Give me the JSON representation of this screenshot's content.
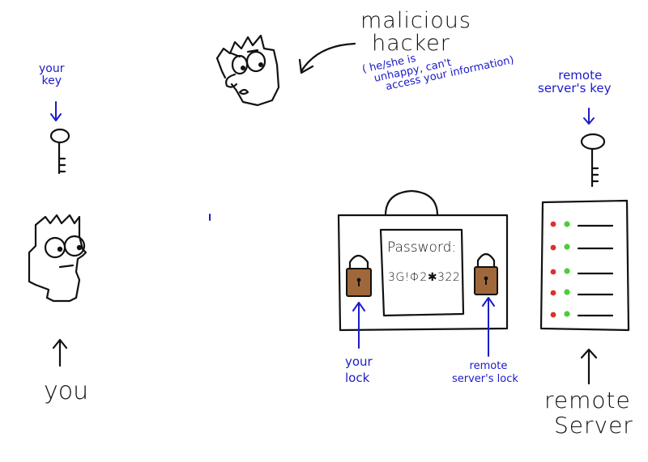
{
  "labels": {
    "hacker_title_line1": "malicious",
    "hacker_title_line2": "hacker",
    "hacker_note_line1": "( he/she is",
    "hacker_note_line2": "unhappy, can't",
    "hacker_note_line3": "access your information)",
    "your_key_line1": "your",
    "your_key_line2": "key",
    "remote_key_line1": "remote",
    "remote_key_line2": "server's key",
    "password_label": "Password:",
    "password_value": "3G!Φ2✱322",
    "your_lock_line1": "your",
    "your_lock_line2": "lock",
    "remote_lock_line1": "remote",
    "remote_lock_line2": "server's lock",
    "you": "you",
    "remote_server_line1": "remote",
    "remote_server_line2": "Server"
  },
  "colors": {
    "ink": "#111111",
    "annotation_blue": "#1b1bc9",
    "lock_brown": "#a0683a",
    "server_led_red": "#e0302b",
    "server_led_green": "#4ccd3a"
  },
  "icons": [
    "hacker-face-icon",
    "user-face-icon",
    "key-icon",
    "padlock-icon",
    "server-rack-icon",
    "briefcase-icon"
  ]
}
